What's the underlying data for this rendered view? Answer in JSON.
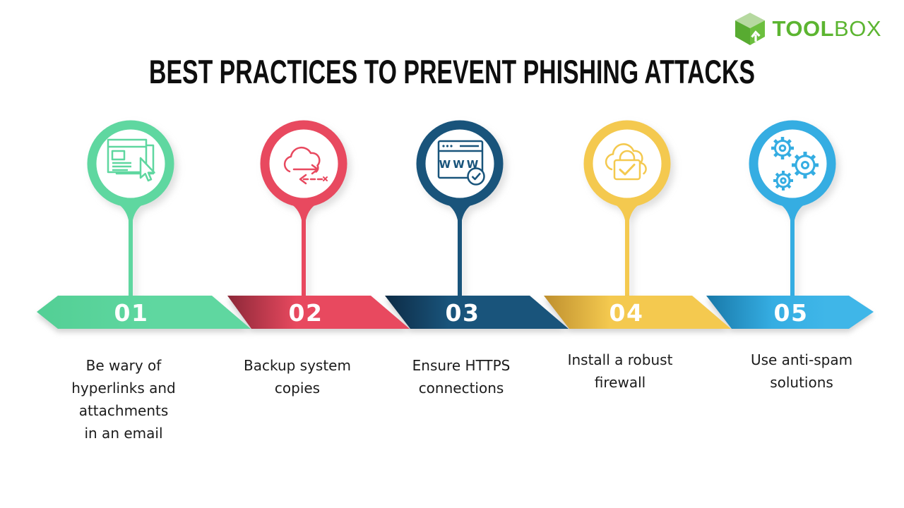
{
  "brand": {
    "name_bold": "TOOL",
    "name_light": "BOX",
    "logo_icon": "cube-3d-icon",
    "color": "#5CB531"
  },
  "title": "BEST PRACTICES TO PREVENT PHISHING ATTACKS",
  "items": [
    {
      "number": "01",
      "label": "Be wary of\nhyperlinks and\nattachments\nin an email",
      "color": "#5FD7A0",
      "dark_color": "#3FA878",
      "icon": "browser-windows-cursor-icon"
    },
    {
      "number": "02",
      "label": "Backup system\ncopies",
      "color": "#E8495F",
      "dark_color": "#8C2838",
      "icon": "cloud-backup-arrows-icon"
    },
    {
      "number": "03",
      "label": "Ensure HTTPS\nconnections",
      "color": "#19547B",
      "dark_color": "#0D2B45",
      "icon": "browser-www-check-icon"
    },
    {
      "number": "04",
      "label": "Install a robust\nfirewall",
      "color": "#F4C94F",
      "dark_color": "#BE8F2E",
      "icon": "cloud-lock-check-icon"
    },
    {
      "number": "05",
      "label": "Use anti-spam\nsolutions",
      "color": "#35ADE2",
      "dark_color": "#1878A8",
      "icon": "gears-icon"
    }
  ]
}
